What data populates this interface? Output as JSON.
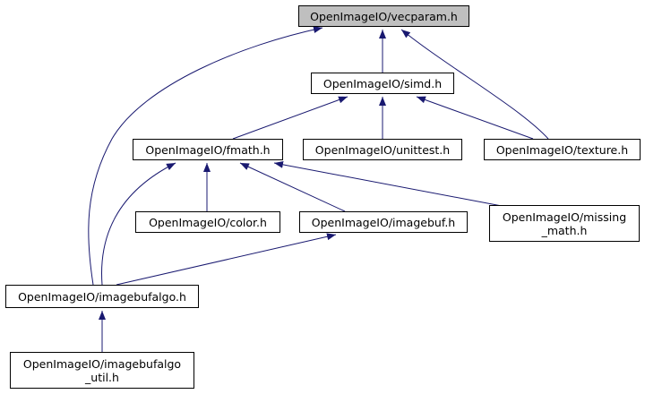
{
  "graph": {
    "edge_color": "#191970",
    "root_fill": "#bfbfbf",
    "nodes": {
      "vecparam": {
        "lines": [
          "OpenImageIO/vecparam.h"
        ]
      },
      "simd": {
        "lines": [
          "OpenImageIO/simd.h"
        ]
      },
      "fmath": {
        "lines": [
          "OpenImageIO/fmath.h"
        ]
      },
      "unittest": {
        "lines": [
          "OpenImageIO/unittest.h"
        ]
      },
      "texture": {
        "lines": [
          "OpenImageIO/texture.h"
        ]
      },
      "color": {
        "lines": [
          "OpenImageIO/color.h"
        ]
      },
      "imagebuf": {
        "lines": [
          "OpenImageIO/imagebuf.h"
        ]
      },
      "missing_math": {
        "lines": [
          "OpenImageIO/missing",
          "_math.h"
        ]
      },
      "imagebufalgo": {
        "lines": [
          "OpenImageIO/imagebufalgo.h"
        ]
      },
      "imagebufalgo_util": {
        "lines": [
          "OpenImageIO/imagebufalgo",
          "_util.h"
        ]
      }
    },
    "edges": [
      [
        "simd",
        "vecparam"
      ],
      [
        "texture",
        "vecparam"
      ],
      [
        "imagebufalgo",
        "vecparam"
      ],
      [
        "fmath",
        "simd"
      ],
      [
        "unittest",
        "simd"
      ],
      [
        "texture",
        "simd"
      ],
      [
        "color",
        "fmath"
      ],
      [
        "imagebuf",
        "fmath"
      ],
      [
        "missing_math",
        "fmath"
      ],
      [
        "imagebufalgo",
        "fmath"
      ],
      [
        "imagebufalgo",
        "imagebuf"
      ],
      [
        "imagebufalgo_util",
        "imagebufalgo"
      ]
    ]
  }
}
